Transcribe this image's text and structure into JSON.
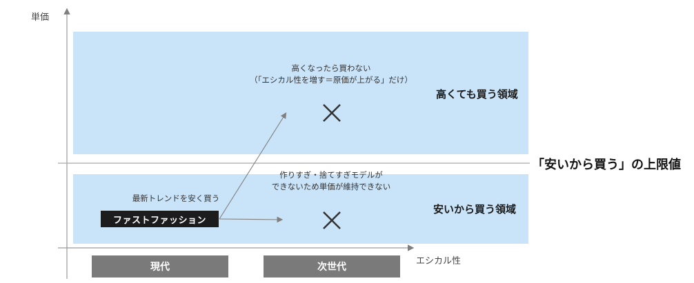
{
  "axes": {
    "y_label": "単価",
    "x_label": "エシカル性"
  },
  "zones": {
    "upper": {
      "title": "高くても買う領域",
      "color": "#c9e3f8"
    },
    "lower": {
      "title": "安いから買う領域",
      "color": "#c9e3f8"
    }
  },
  "limit_line": {
    "label": "「安いから買う」の上限値"
  },
  "current": {
    "note": "最新トレンドを安く買う",
    "box_label": "ファストファッション"
  },
  "outcomes": {
    "upper": {
      "line1": "高くなったら買わない",
      "line2": "（「エシカル性を増す＝原価が上がる」だけ）",
      "mark": "cross-icon"
    },
    "lower": {
      "line1": "作りすぎ・捨てすぎモデルが",
      "line2": "できないため単価が維持できない",
      "mark": "cross-icon"
    }
  },
  "eras": {
    "current": "現代",
    "next": "次世代"
  }
}
